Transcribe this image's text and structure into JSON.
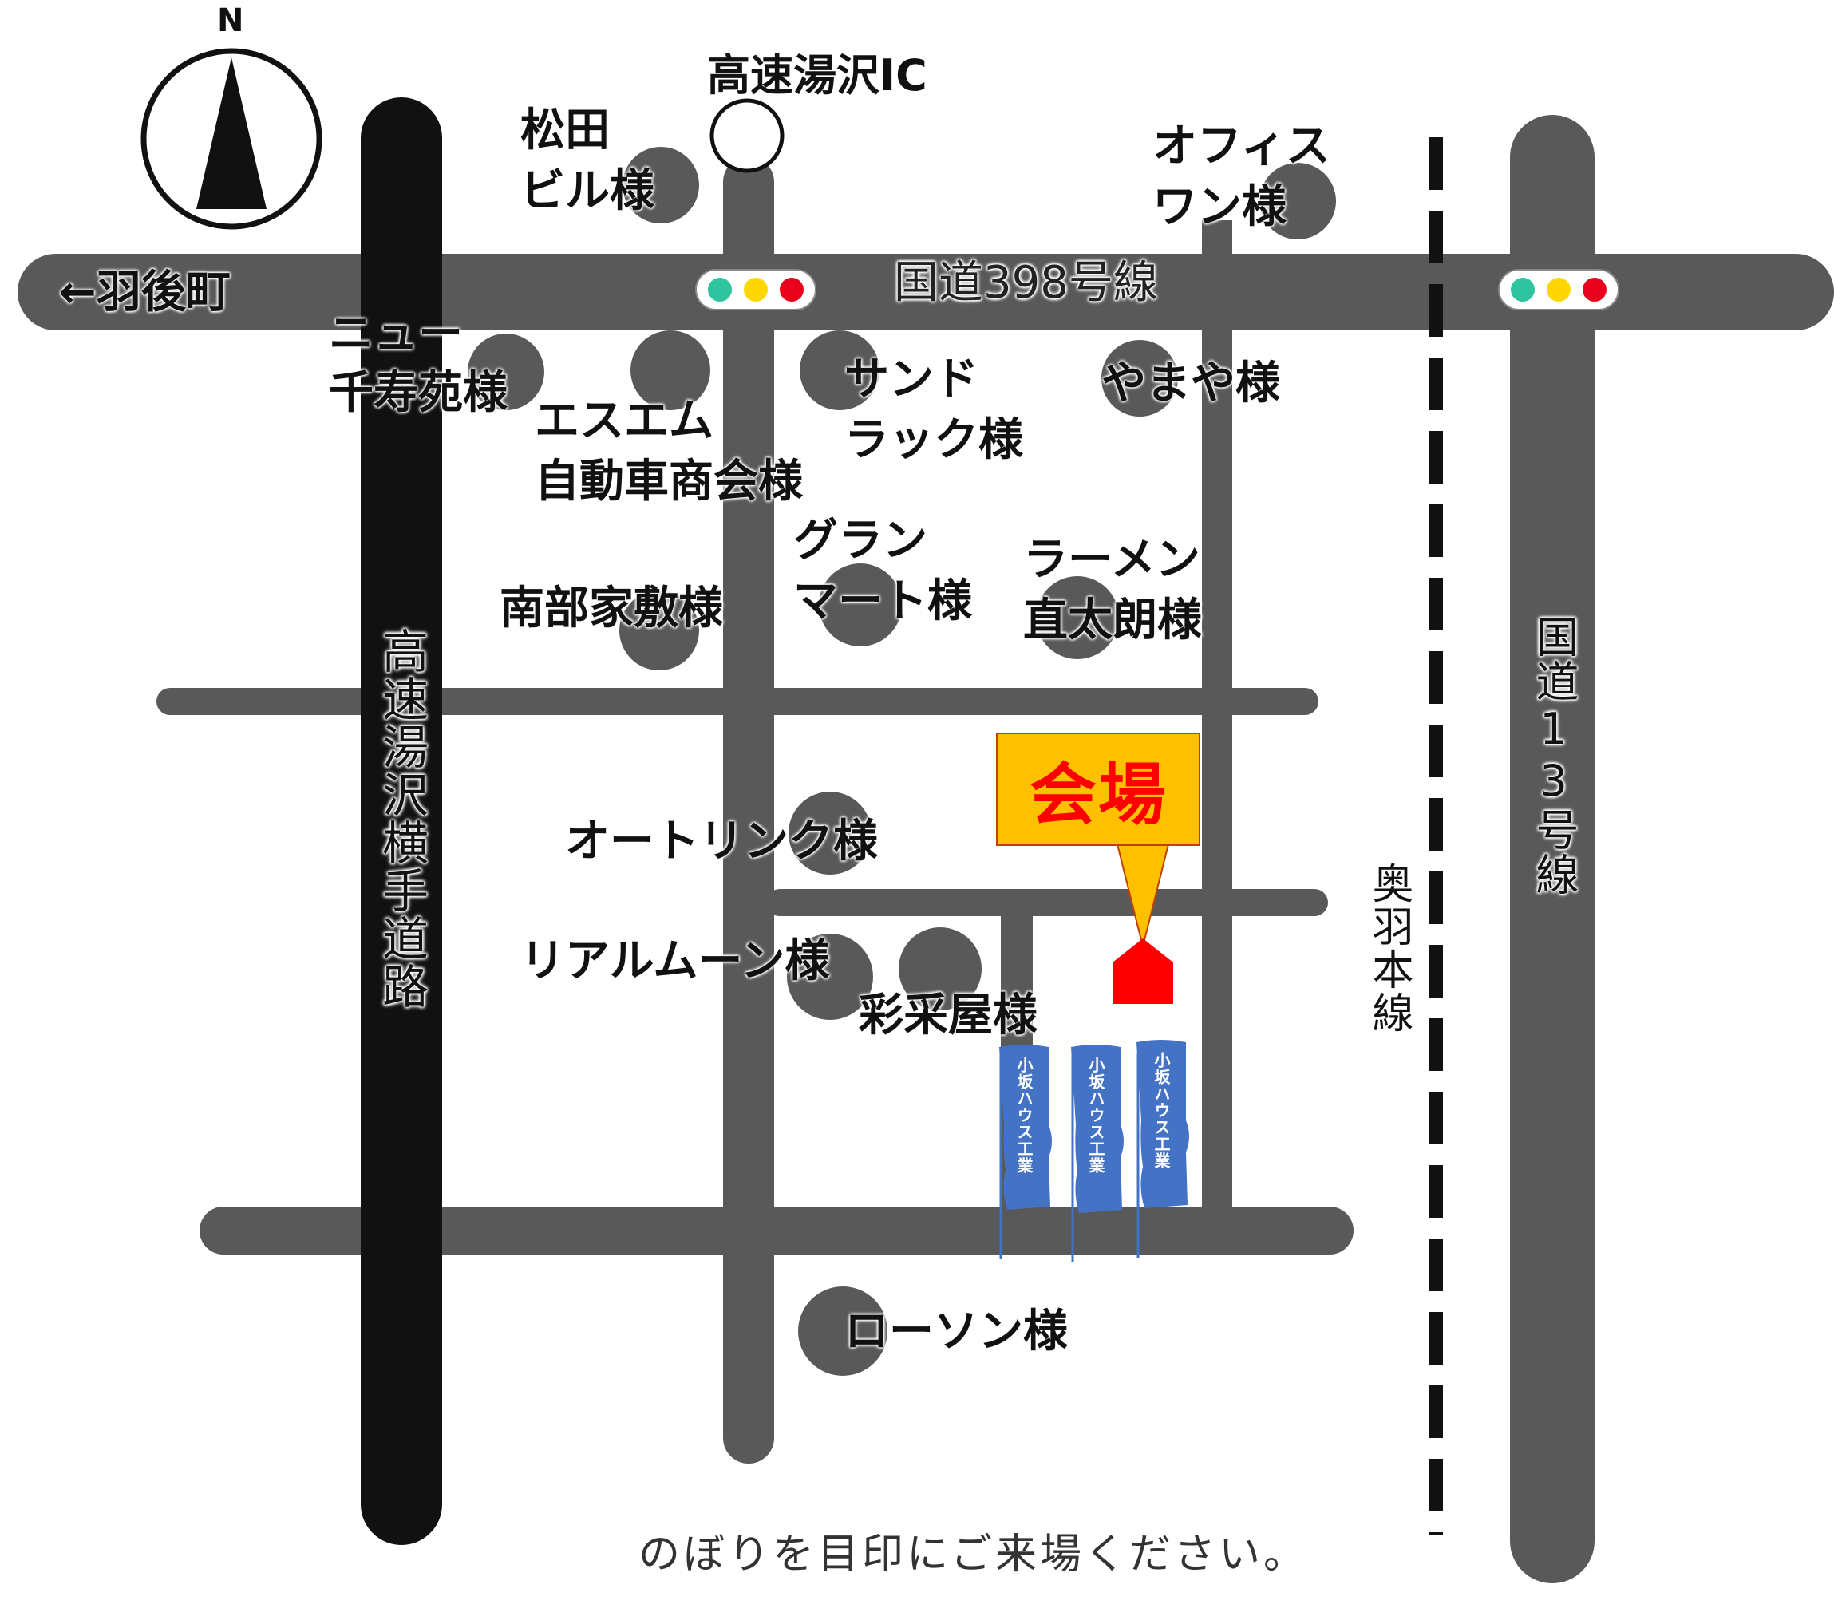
{
  "compass": {
    "north": "N"
  },
  "interchange": {
    "label": "高速湯沢IC"
  },
  "roads": {
    "route398": "国道398号線",
    "to_ugo": "←羽後町",
    "expressway": "高速湯沢横手道路",
    "route13": "国道13号線",
    "ou_line": "奥羽本線"
  },
  "landmarks": {
    "matsuda": "松田\nビル様",
    "office_one": "オフィス\nワン様",
    "new_senjuen": "ニュー\n千寿苑様",
    "sm_jidosha": "エスエム\n自動車商会様",
    "sandrack": "サンド\nラック様",
    "yamaya": "やまや様",
    "nanbuyashiki": "南部家敷様",
    "granmart": "グラン\nマート様",
    "ramen_naotaro": "ラーメン\n直太朗様",
    "autolink": "オートリンク様",
    "realmoon": "リアルムーン様",
    "saisaiya": "彩采屋様",
    "lawson": "ローソン様"
  },
  "venue": {
    "label": "会場"
  },
  "flags": [
    "小坂ハウス工業",
    "小坂ハウス工業",
    "小坂ハウス工業"
  ],
  "note": "のぼりを目印にご来場ください。",
  "colors": {
    "road": "#595959",
    "expressway": "#111111",
    "venue_fill": "#ffc000",
    "venue_text": "#ff0000",
    "venue_marker": "#ff0000",
    "flag": "#4472c4",
    "signal_green": "#2ec4a0",
    "signal_yellow": "#ffd700",
    "signal_red": "#e8001c"
  }
}
